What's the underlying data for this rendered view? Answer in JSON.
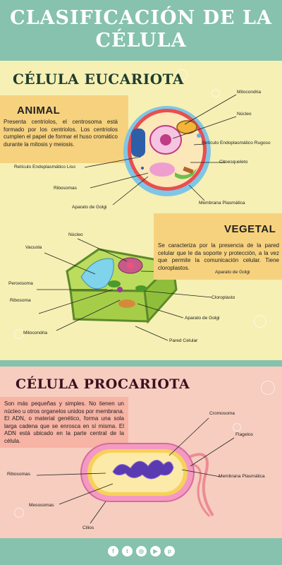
{
  "title": "CLASIFICACIÓN DE LA CÉLULA",
  "title_lines": [
    "CLASIFICACIÓN DE LA",
    "CÉLULA"
  ],
  "eukaryote": {
    "heading": "CÉLULA EUCARIOTA",
    "animal": {
      "heading": "ANIMAL",
      "text": "Presenta centriolos, el centrosoma está formado por los centriolos. Los centriolos cumplen el papel de formar el huso cromático durante la mitosis y meiosis.",
      "labels": {
        "mitocondria": "Mitocondria",
        "nucleo": "Núcleo",
        "rer": "Retículo Endoplasmático Rugoso",
        "ser": "Retículo Endoplasmático Liso",
        "citoesqueleto": "Citoesqueleto",
        "ribosomas": "Ribosomas",
        "membrana": "Membrana Plasmática",
        "golgi": "Aparato de Golgi"
      }
    },
    "vegetal": {
      "heading": "VEGETAL",
      "text": "Se caracteriza por la presencia de la pared celular que le da soporte y protección, a la vez que permite la comunicación celular. Tiene cloroplastos.",
      "labels": {
        "nucleo": "Núcleo",
        "vacuola": "Vacuola",
        "golgi_top": "Aparato de Golgi",
        "peroxisoma": "Peroxisoma",
        "cloroplasto": "Cloroplasto",
        "ribosoma": "Ribosoma",
        "golgi_bottom": "Aparato de Golgi",
        "mitocondria": "Mitocondria",
        "pared": "Pared Celular"
      }
    }
  },
  "prokaryote": {
    "heading": "CÉLULA PROCARIOTA",
    "text": "Son más pequeñas y simples. No tienen un núcleo u otros organelos unidos por membrana. El ADN, o material genético, forma una sola larga cadena que se enrosca en sí misma. El ADN está ubicado en la parte central de la célula.",
    "labels": {
      "cromosoma": "Cromosoma",
      "flagelos": "Flagelos",
      "ribosomas": "Ribosomas",
      "membrana": "Membrana Plasmática",
      "mesosomas": "Mesosomas",
      "cilios": "Cilios"
    }
  },
  "footer": {
    "social_icons": [
      "facebook-icon",
      "twitter-icon",
      "instagram-icon",
      "youtube-icon",
      "pinterest-icon"
    ],
    "social_glyphs": [
      "f",
      "t",
      "◎",
      "▶",
      "p"
    ]
  },
  "colors": {
    "teal": "#86c2ad",
    "cream": "#f6f0b4",
    "orange_box": "#f7d27e",
    "pink": "#f6cdbf",
    "salmon_box": "#f7b3a4",
    "dark_title": "#1f3d2e"
  }
}
